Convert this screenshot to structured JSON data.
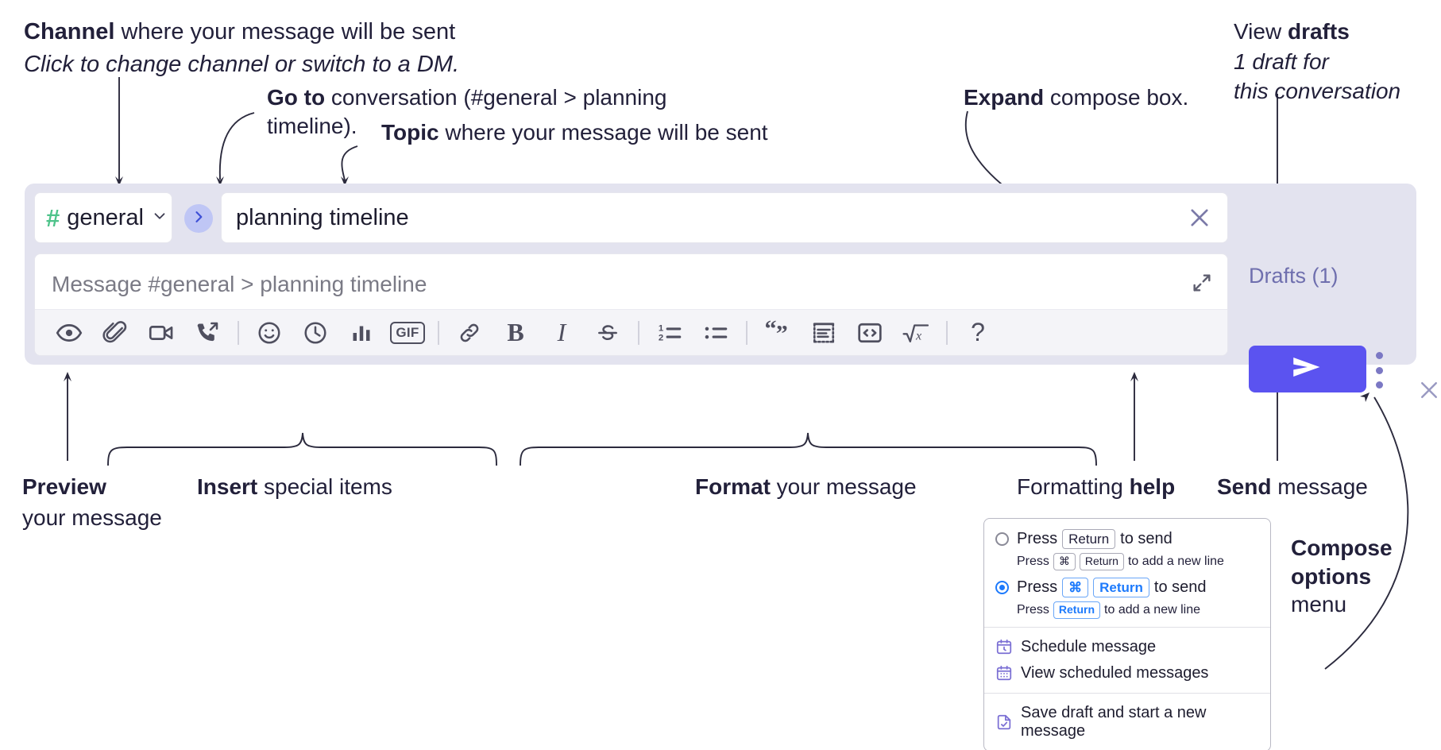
{
  "annotations": {
    "channel": {
      "bold": "Channel",
      "rest": " where your message will be sent",
      "italic": "Click to change channel or switch to a DM."
    },
    "goto": {
      "bold": "Go to",
      "rest": " conversation (#general > planning timeline)."
    },
    "topic": {
      "bold": "Topic",
      "rest": " where your message will be sent"
    },
    "expand": {
      "bold": "Expand",
      "rest": " compose box."
    },
    "drafts": {
      "lead": "View ",
      "bold": "drafts",
      "italic1": "1 draft for",
      "italic2": "this conversation"
    },
    "preview": {
      "bold": "Preview",
      "rest": "your message"
    },
    "insert": {
      "bold": "Insert",
      "rest": " special items"
    },
    "format": {
      "bold": "Format",
      "rest": " your message"
    },
    "formatting_help": {
      "lead": "Formatting ",
      "bold": "help"
    },
    "send": {
      "bold": "Send",
      "rest": " message"
    },
    "compose_options": {
      "bold1": "Compose",
      "bold2": "options",
      "rest": "menu"
    }
  },
  "compose": {
    "channel": {
      "hash": "#",
      "name": "general",
      "chevron_icon": "chevron-down-icon"
    },
    "goto_icon": "chevron-right-icon",
    "topic": {
      "value": "planning timeline",
      "clear_icon": "close-icon"
    },
    "message": {
      "placeholder": "Message #general > planning timeline",
      "value": "",
      "expand_icon": "expand-icon"
    },
    "toolbar": [
      {
        "name": "preview-icon",
        "label": "Preview"
      },
      {
        "name": "attachment-icon",
        "label": "Attach file"
      },
      {
        "name": "video-icon",
        "label": "Record video clip"
      },
      {
        "name": "audio-call-icon",
        "label": "Record audio clip"
      },
      {
        "name": "separator",
        "label": ""
      },
      {
        "name": "emoji-icon",
        "label": "Emoji"
      },
      {
        "name": "reminder-clock-icon",
        "label": "Reminder"
      },
      {
        "name": "poll-icon",
        "label": "Poll"
      },
      {
        "name": "gif-icon",
        "label": "GIF"
      },
      {
        "name": "separator",
        "label": ""
      },
      {
        "name": "link-icon",
        "label": "Link"
      },
      {
        "name": "bold-icon",
        "label": "B"
      },
      {
        "name": "italic-icon",
        "label": "I"
      },
      {
        "name": "strikethrough-icon",
        "label": "Strikethrough"
      },
      {
        "name": "separator",
        "label": ""
      },
      {
        "name": "ordered-list-icon",
        "label": "Numbered list"
      },
      {
        "name": "bulleted-list-icon",
        "label": "Bulleted list"
      },
      {
        "name": "separator",
        "label": ""
      },
      {
        "name": "blockquote-icon",
        "label": "Quote"
      },
      {
        "name": "code-block-icon",
        "label": "Code block"
      },
      {
        "name": "inline-code-icon",
        "label": "Code"
      },
      {
        "name": "math-icon",
        "label": "Math"
      },
      {
        "name": "separator",
        "label": ""
      },
      {
        "name": "help-icon",
        "label": "?"
      }
    ],
    "drafts_label": "Drafts (1)",
    "send_icon": "send-icon",
    "kebab_icon": "compose-options-icon",
    "panel_close_icon": "close-icon"
  },
  "menu": {
    "options": [
      {
        "selected": false,
        "main": [
          {
            "t": "text",
            "v": "Press"
          },
          {
            "t": "key",
            "v": "Return"
          },
          {
            "t": "text",
            "v": "to send"
          }
        ],
        "sub": [
          {
            "t": "text",
            "v": "Press"
          },
          {
            "t": "key",
            "v": "⌘"
          },
          {
            "t": "key",
            "v": "Return"
          },
          {
            "t": "text",
            "v": "to add a new line"
          }
        ]
      },
      {
        "selected": true,
        "main": [
          {
            "t": "text",
            "v": "Press"
          },
          {
            "t": "keyblue",
            "v": "⌘"
          },
          {
            "t": "keyblue",
            "v": "Return"
          },
          {
            "t": "text",
            "v": "to send"
          }
        ],
        "sub": [
          {
            "t": "text",
            "v": "Press"
          },
          {
            "t": "keyblue",
            "v": "Return"
          },
          {
            "t": "text",
            "v": "to add a new line"
          }
        ]
      }
    ],
    "items": [
      {
        "icon": "calendar-clock-icon",
        "label": "Schedule message",
        "group": 1
      },
      {
        "icon": "calendar-grid-icon",
        "label": "View scheduled messages",
        "group": 1
      },
      {
        "icon": "save-draft-icon",
        "label": "Save draft and start a new message",
        "group": 2
      }
    ]
  },
  "colors": {
    "send_button": "#5b53f0",
    "hash_green": "#4ec38a",
    "goto_circle": "#bfc6f5",
    "panel_bg": "#e3e3ef",
    "drafts_text": "#6f6fae",
    "menu_icon": "#7b6fd4",
    "radio_selected": "#1d7afc"
  }
}
